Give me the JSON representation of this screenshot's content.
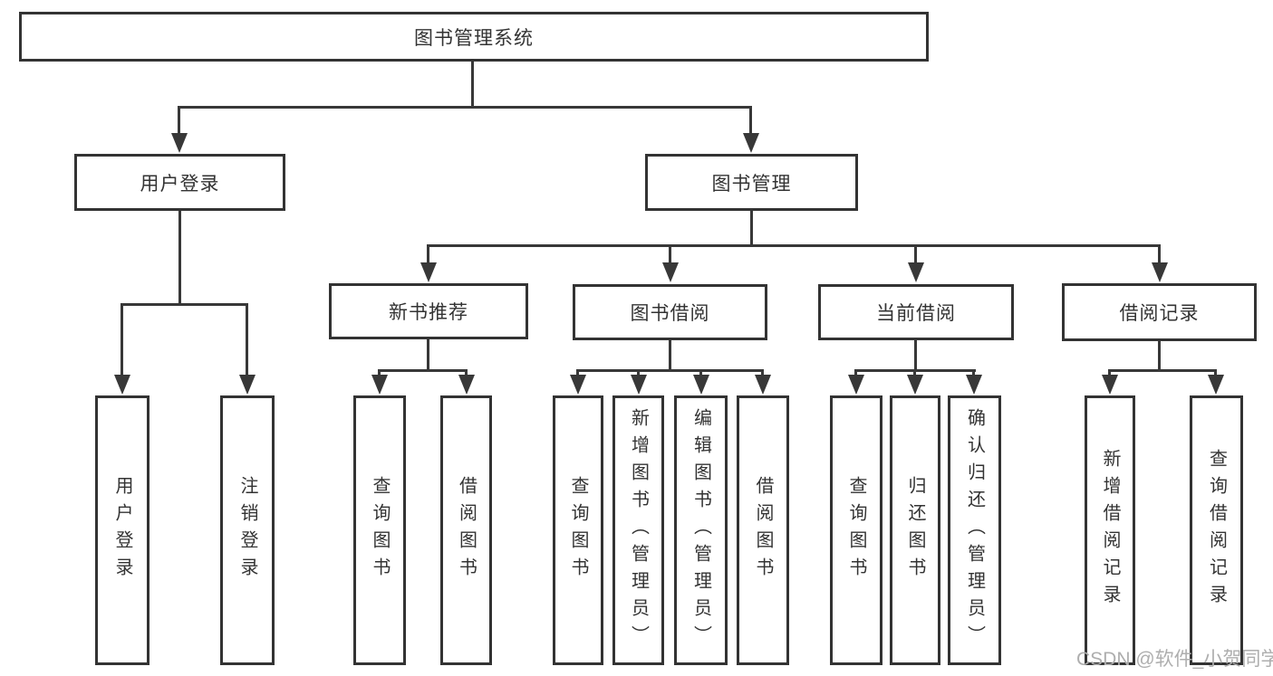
{
  "nodes": {
    "root": "图书管理系统",
    "level2": [
      "用户登录",
      "图书管理"
    ],
    "level3": [
      "新书推荐",
      "图书借阅",
      "当前借阅",
      "借阅记录"
    ],
    "leaves_login": [
      "用户登录",
      "注销登录"
    ],
    "leaves_recommend": [
      "查询图书",
      "借阅图书"
    ],
    "leaves_borrow": [
      "查询图书",
      "新增图书（管理员）",
      "编辑图书（管理员）",
      "借阅图书"
    ],
    "leaves_current": [
      "查询图书",
      "归还图书",
      "确认归还（管理员）"
    ],
    "leaves_records": [
      "新增借阅记录",
      "查询借阅记录"
    ]
  },
  "watermark": "CSDN @软件_小贺同学",
  "colors": {
    "line": "#383838",
    "border": "#333333",
    "text": "#333333",
    "box_background": "#ffffff",
    "watermark": "#aeaeae",
    "page_background": "#ffffff"
  }
}
